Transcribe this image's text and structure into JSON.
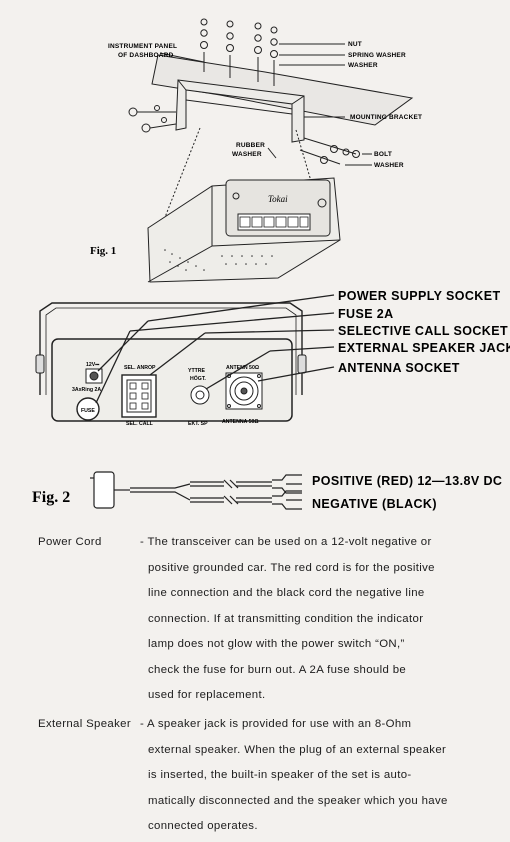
{
  "fig1": {
    "label": "Fig. 1",
    "callouts": {
      "instrument_panel": [
        "INSTRUMENT PANEL",
        "OF DASHBOARD"
      ],
      "nut": "NUT",
      "spring_washer": "SPRING WASHER",
      "washer": "WASHER",
      "mounting_bracket": "MOUNTING BRACKET",
      "rubber_washer": [
        "RUBBER",
        "WASHER"
      ],
      "bolt": "BOLT",
      "bolt_washer": "WASHER"
    },
    "brand": "Tokai"
  },
  "fig_panel": {
    "callouts": [
      "POWER SUPPLY SOCKET",
      "FUSE 2A",
      "SELECTIVE CALL SOCKET",
      "EXTERNAL SPEAKER JACK",
      "ANTENNA SOCKET"
    ],
    "panel_labels": {
      "power": "12V⎓",
      "fuse": "3AxRing 2A",
      "fuse_cap": "FUSE",
      "sel_anrop": "SEL. ANROP",
      "sel_call": "SEL. CALL",
      "yttre": "YTTRE",
      "hogt": "HÖGT.",
      "ekt_sp": "EKT. SP",
      "antenn": "ANTENN 50Ω",
      "antenna": "ANTENNA 50Ω"
    }
  },
  "fig2": {
    "label": "Fig. 2",
    "positive": "POSITIVE (RED) 12—13.8V DC",
    "negative": "NEGATIVE (BLACK)"
  },
  "sections": [
    {
      "term": "Power Cord",
      "lines": [
        "- The transceiver can be used on a 12-volt negative or",
        "positive grounded car. The red cord is for the positive",
        "line connection and the black cord the negative line",
        "connection. If at transmitting condition the indicator",
        "lamp does not glow with the power switch “ON,”",
        "check the fuse for burn out. A 2A fuse should be",
        "used for replacement."
      ]
    },
    {
      "term": "External Speaker",
      "lines": [
        "- A speaker jack is provided for use with an 8-Ohm",
        "external speaker. When the plug of an external speaker",
        "is inserted, the built-in speaker of the set is auto-",
        "matically disconnected and the speaker which you have",
        "connected operates."
      ]
    }
  ]
}
